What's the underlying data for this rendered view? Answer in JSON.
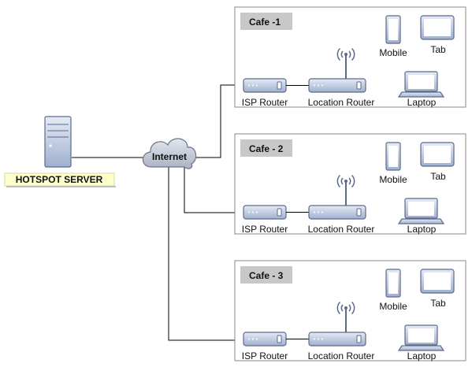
{
  "server": {
    "label": "HOTSPOT SERVER"
  },
  "cloud": {
    "label": "Internet"
  },
  "cafes": [
    {
      "title": "Cafe -1",
      "isp_label": "ISP Router",
      "router_label": "Location Router",
      "mobile_label": "Mobile",
      "tab_label": "Tab",
      "laptop_label": "Laptop"
    },
    {
      "title": "Cafe - 2",
      "isp_label": "ISP Router",
      "router_label": "Location Router",
      "mobile_label": "Mobile",
      "tab_label": "Tab",
      "laptop_label": "Laptop"
    },
    {
      "title": "Cafe - 3",
      "isp_label": "ISP Router",
      "router_label": "Location Router",
      "mobile_label": "Mobile",
      "tab_label": "Tab",
      "laptop_label": "Laptop"
    }
  ],
  "colors": {
    "device_fill": "#c9d3e6",
    "device_stroke": "#5b6a8c",
    "cloud_fill": "#c3cad6",
    "title_bg": "#c8c8c8",
    "server_label_bg": "#ffffcc",
    "box_stroke": "#8a8a8a",
    "line": "#000000"
  }
}
